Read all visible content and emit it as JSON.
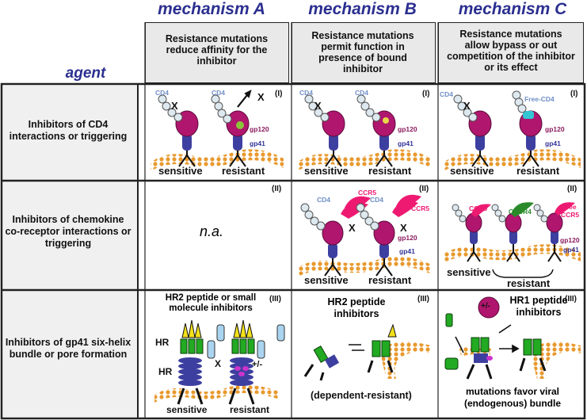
{
  "columns": {
    "a": {
      "title": "mechanism A",
      "desc": "Resistance mutations reduce affinity for the inhibitor"
    },
    "b": {
      "title": "mechanism B",
      "desc": "Resistance mutations permit function in presence of bound inhibitor"
    },
    "c": {
      "title": "mechanism C",
      "desc": "Resistance mutations allow bypass or out competition of the inhibitor or its effect"
    }
  },
  "agent_heading": "agent",
  "rows": [
    {
      "label": "Inhibitors of CD4 interactions or triggering",
      "roman": "(I)"
    },
    {
      "label": "Inhibitors of chemokine co-receptor interactions or triggering",
      "roman": "(II)"
    },
    {
      "label": "Inhibitors of gp41 six-helix bundle or pore formation",
      "roman": "(III)"
    }
  ],
  "labels": {
    "cd4": "CD4",
    "free_cd4": "Free-CD4",
    "gp120": "gp120",
    "gp41": "gp41",
    "ccr5": "CCR5",
    "cxcr4": "CXCR4",
    "free": "free",
    "x": "X",
    "sensitive": "sensitive",
    "resistant": "resistant",
    "na": "n.a.",
    "hr": "HR",
    "plus_minus": "+/-",
    "r3a_title": "HR2 peptide or small molecule inhibitors",
    "r3b_title": "HR2 peptide inhibitors",
    "r3b_note": "(dependent-resistant)",
    "r3c_title": "HR1 peptide inhibitors",
    "r3c_note": "mutations favor viral (endogenous) bundle"
  },
  "colors": {
    "title_blue": "#2b2f8f",
    "cd4_blue": "#a9cbe6",
    "gp120_magenta": "#b0166e",
    "gp41_blue": "#3d3fa0",
    "membrane_orange": "#e8992e",
    "ccr5_pink": "#ee1a72",
    "cxcr4_green": "#2a8a2a"
  }
}
